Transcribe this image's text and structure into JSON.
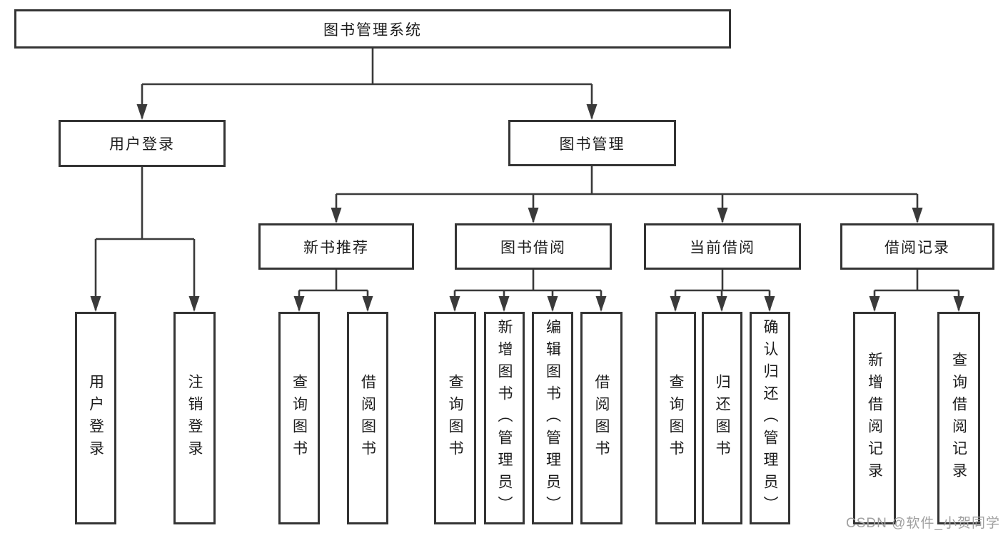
{
  "diagram": {
    "title": "图书管理系统",
    "type": "functional-structure-tree",
    "tree": {
      "label": "图书管理系统",
      "children": [
        {
          "label": "用户登录",
          "children": [
            {
              "label": "用户登录"
            },
            {
              "label": "注销登录"
            }
          ]
        },
        {
          "label": "图书管理",
          "children": [
            {
              "label": "新书推荐",
              "children": [
                {
                  "label": "查询图书"
                },
                {
                  "label": "借阅图书"
                }
              ]
            },
            {
              "label": "图书借阅",
              "children": [
                {
                  "label": "查询图书"
                },
                {
                  "label": "新增图书（管理员）"
                },
                {
                  "label": "编辑图书（管理员）"
                },
                {
                  "label": "借阅图书"
                }
              ]
            },
            {
              "label": "当前借阅",
              "children": [
                {
                  "label": "查询图书"
                },
                {
                  "label": "归还图书"
                },
                {
                  "label": "确认归还（管理员）"
                }
              ]
            },
            {
              "label": "借阅记录",
              "children": [
                {
                  "label": "新增借阅记录"
                },
                {
                  "label": "查询借阅记录"
                }
              ]
            }
          ]
        }
      ]
    },
    "watermark": "CSDN @软件_小贺同学",
    "colors": {
      "line": "#3a3a3a",
      "box_border": "#343434",
      "box_fill": "#ffffff",
      "text": "#1c1c1c",
      "watermark": "#a0a0a0",
      "background": "#ffffff"
    }
  }
}
